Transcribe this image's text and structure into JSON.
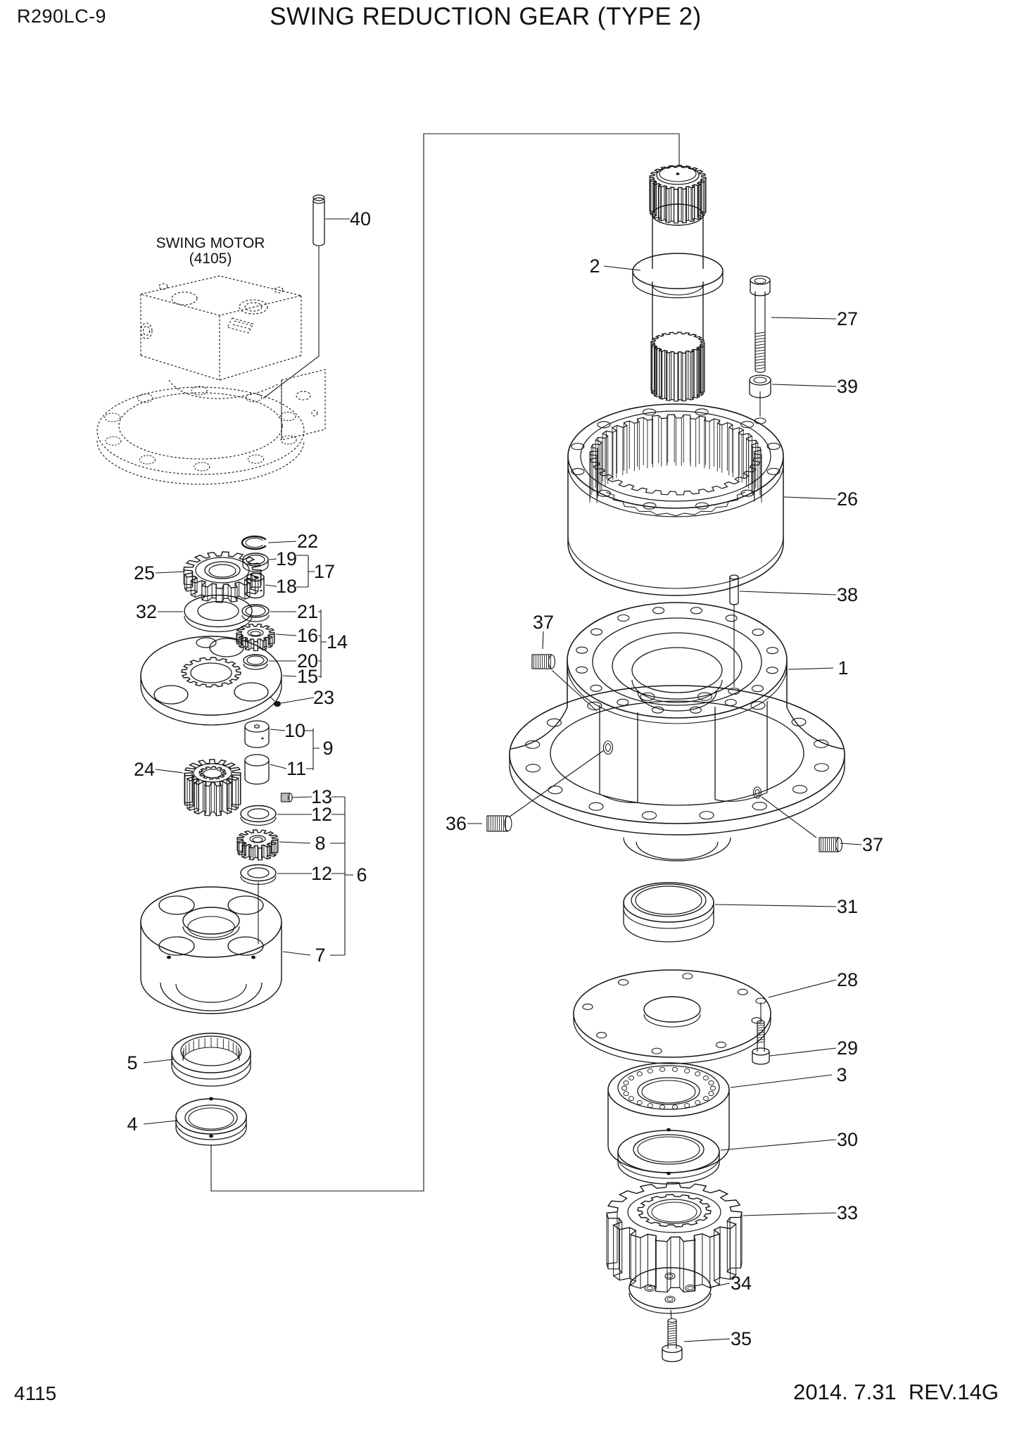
{
  "header": {
    "model": "R290LC-9",
    "title": "SWING REDUCTION GEAR (TYPE 2)"
  },
  "swing_motor": {
    "label_line1": "SWING MOTOR",
    "label_line2": "(4105)"
  },
  "footer": {
    "page_number": "4115",
    "revision": "2014. 7.31  REV.14G"
  },
  "colors": {
    "line": "#151515",
    "background": "#ffffff"
  },
  "callouts": [
    {
      "key": "1",
      "text": "1"
    },
    {
      "key": "2",
      "text": "2"
    },
    {
      "key": "3",
      "text": "3"
    },
    {
      "key": "4",
      "text": "4"
    },
    {
      "key": "5",
      "text": "5"
    },
    {
      "key": "6",
      "text": "6"
    },
    {
      "key": "7",
      "text": "7"
    },
    {
      "key": "8",
      "text": "8"
    },
    {
      "key": "9",
      "text": "9"
    },
    {
      "key": "10",
      "text": "10"
    },
    {
      "key": "11",
      "text": "11"
    },
    {
      "key": "12a",
      "text": "12"
    },
    {
      "key": "12b",
      "text": "12"
    },
    {
      "key": "13",
      "text": "13"
    },
    {
      "key": "14",
      "text": "14"
    },
    {
      "key": "15",
      "text": "15"
    },
    {
      "key": "16",
      "text": "16"
    },
    {
      "key": "17",
      "text": "17"
    },
    {
      "key": "18",
      "text": "18"
    },
    {
      "key": "19",
      "text": "19"
    },
    {
      "key": "20",
      "text": "20"
    },
    {
      "key": "21",
      "text": "21"
    },
    {
      "key": "22",
      "text": "22"
    },
    {
      "key": "23",
      "text": "23"
    },
    {
      "key": "24",
      "text": "24"
    },
    {
      "key": "25",
      "text": "25"
    },
    {
      "key": "26",
      "text": "26"
    },
    {
      "key": "27",
      "text": "27"
    },
    {
      "key": "28",
      "text": "28"
    },
    {
      "key": "29",
      "text": "29"
    },
    {
      "key": "30",
      "text": "30"
    },
    {
      "key": "31",
      "text": "31"
    },
    {
      "key": "32",
      "text": "32"
    },
    {
      "key": "33",
      "text": "33"
    },
    {
      "key": "34",
      "text": "34"
    },
    {
      "key": "35",
      "text": "35"
    },
    {
      "key": "36",
      "text": "36"
    },
    {
      "key": "37a",
      "text": "37"
    },
    {
      "key": "37b",
      "text": "37"
    },
    {
      "key": "38",
      "text": "38"
    },
    {
      "key": "39",
      "text": "39"
    },
    {
      "key": "40",
      "text": "40"
    }
  ]
}
